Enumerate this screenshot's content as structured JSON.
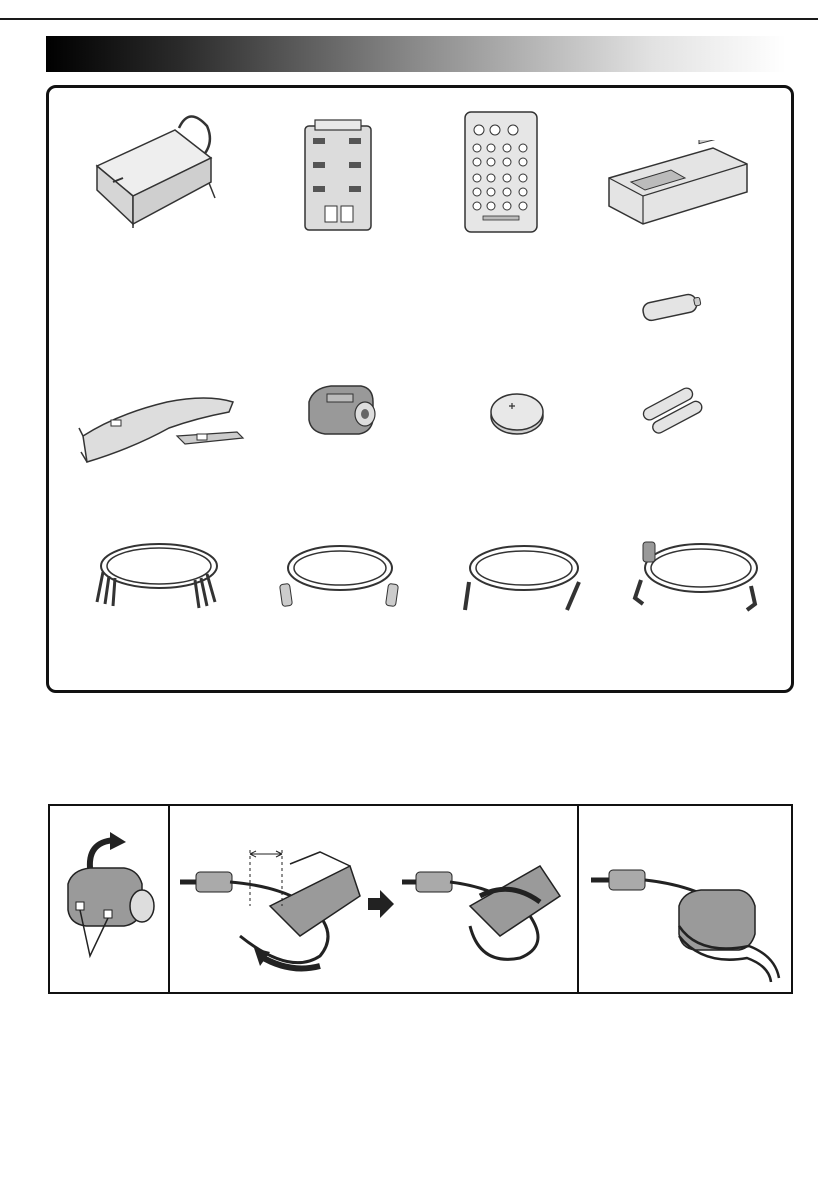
{
  "document": {
    "page_background": "#ffffff",
    "banner_gradient": [
      "#000000",
      "#ffffff"
    ],
    "frame_color": "#111111"
  },
  "accessories": [
    {
      "row": 1,
      "items": [
        "ac-power-adapter-icon",
        "battery-pack-icon",
        "remote-control-icon",
        "cassette-adapter-icon"
      ]
    },
    {
      "row": 2,
      "items": [
        "aa-battery-single-icon"
      ]
    },
    {
      "row": 3,
      "items": [
        "shoulder-strap-icon",
        "core-filter-icon",
        "lithium-coin-battery-icon",
        "aaa-batteries-pair-icon"
      ]
    },
    {
      "row": 4,
      "items": [
        "av-cable-icon",
        "s-video-cable-icon",
        "audio-cable-icon",
        "editing-cable-icon"
      ]
    }
  ],
  "core_filter_steps": [
    {
      "step": 1,
      "illustration": "core-filter-open-tabs-icon"
    },
    {
      "step": 2,
      "illustration": "cable-wrap-into-filter-icon"
    },
    {
      "step": 3,
      "illustration": "core-filter-closed-on-cable-icon"
    }
  ]
}
